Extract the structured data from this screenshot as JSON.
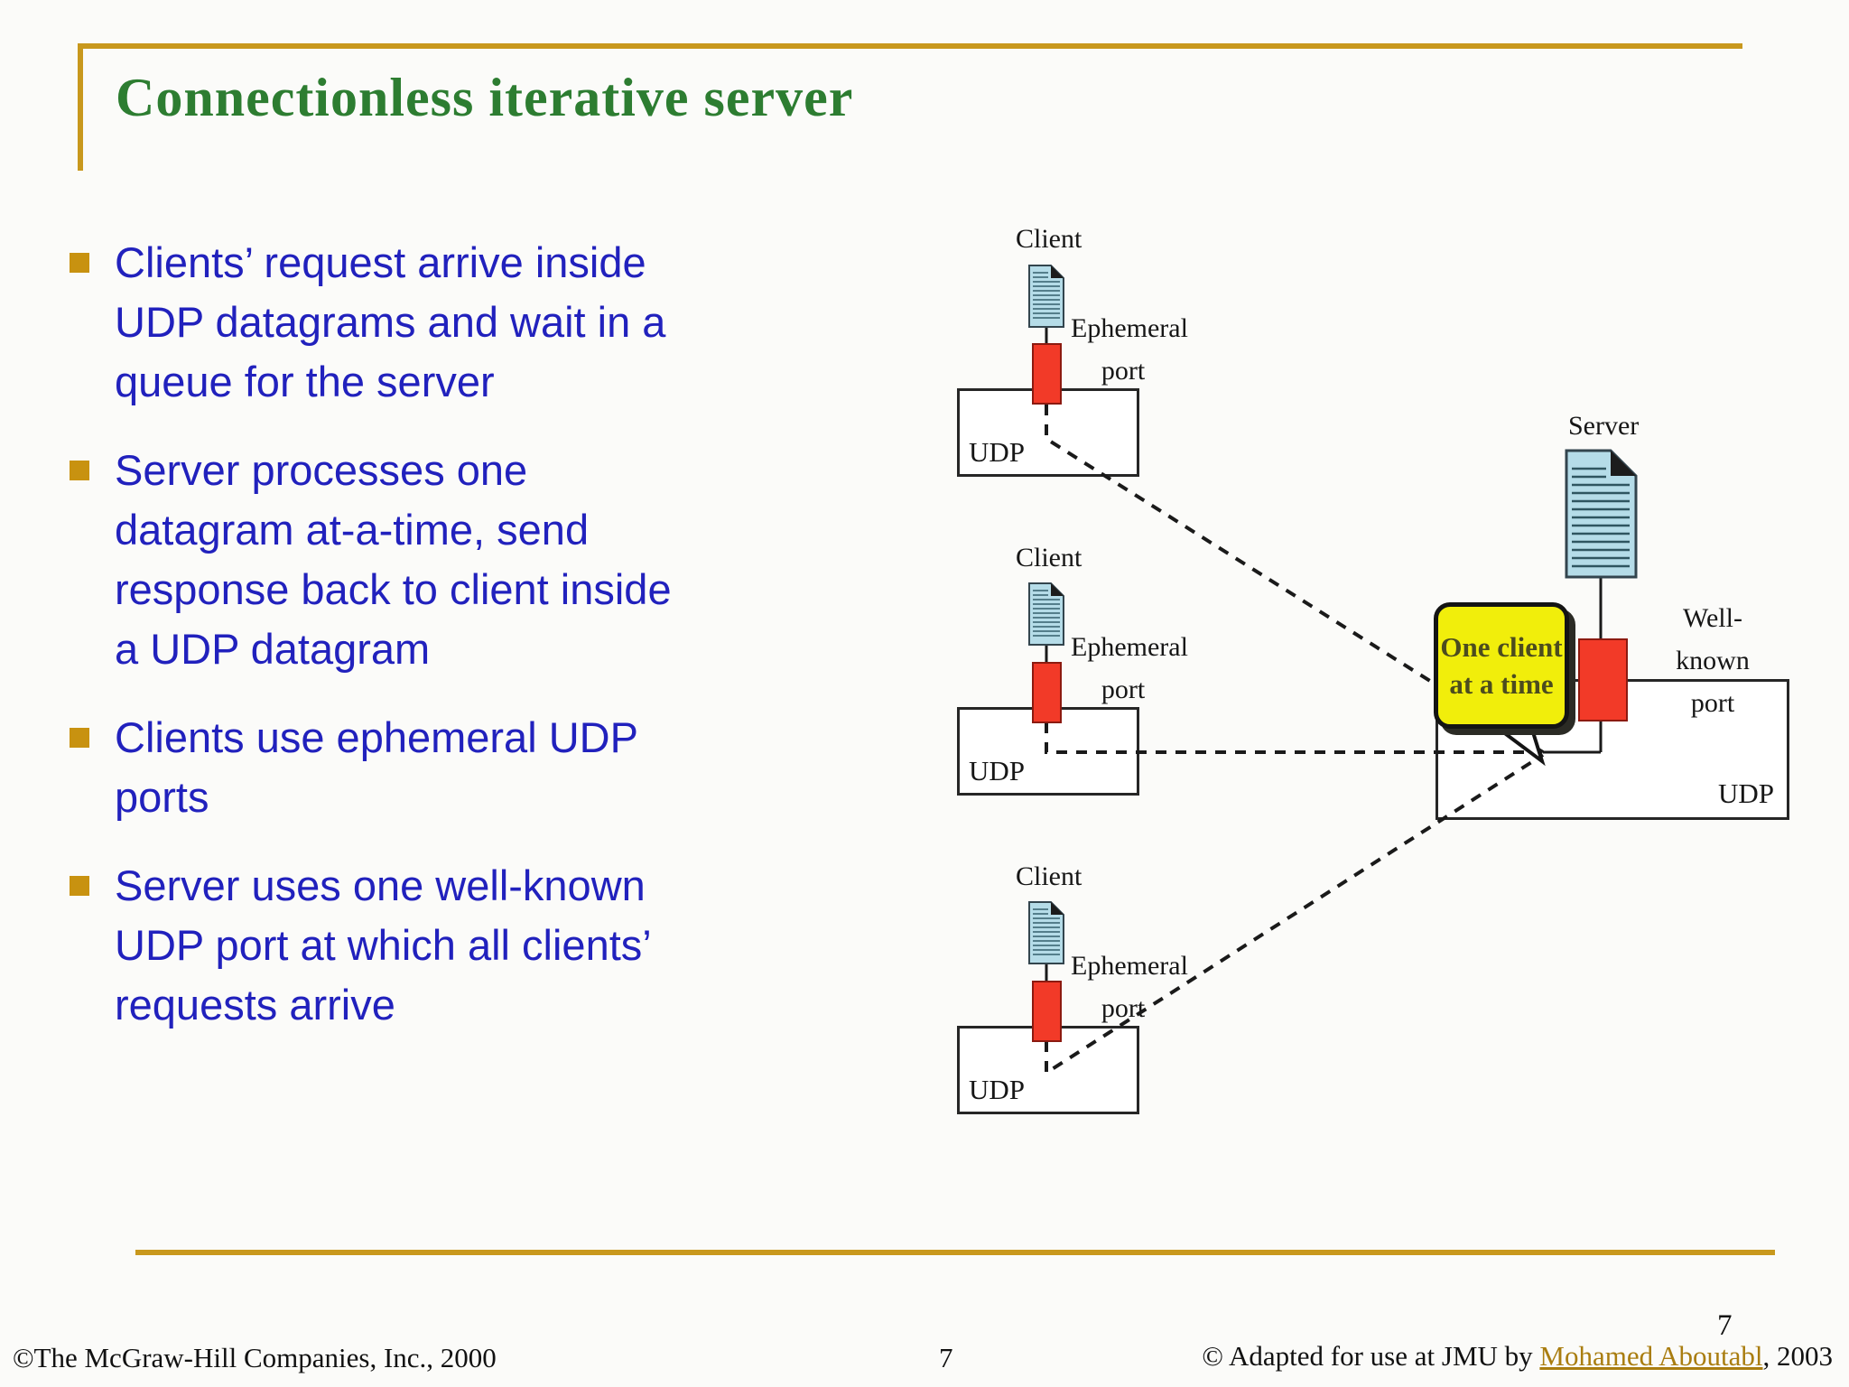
{
  "slide": {
    "title": "Connectionless iterative server",
    "bullets": [
      "Clients’ request arrive inside\nUDP datagrams and wait in a\nqueue for the server",
      "Server processes one\ndatagram at-a-time, send\nresponse back to client inside\na UDP datagram",
      "Clients use ephemeral UDP\nports",
      "Server uses one well-known\nUDP port at which all clients’\nrequests arrive"
    ]
  },
  "diagram": {
    "clients": [
      {
        "label": "Client",
        "port_label": [
          "Ephemeral",
          "port"
        ],
        "box_label": "UDP"
      },
      {
        "label": "Client",
        "port_label": [
          "Ephemeral",
          "port"
        ],
        "box_label": "UDP"
      },
      {
        "label": "Client",
        "port_label": [
          "Ephemeral",
          "port"
        ],
        "box_label": "UDP"
      }
    ],
    "server": {
      "label": "Server",
      "port_label": [
        "Well-known",
        "port"
      ],
      "box_label": "UDP",
      "bubble_text": "One client\nat a time"
    }
  },
  "footer": {
    "copyright_left": "©The McGraw-Hill Companies, Inc., 2000",
    "page_number_center": "7",
    "page_number_right": "7",
    "credit_prefix": "© Adapted for use at JMU by ",
    "credit_link": "Mohamed Aboutabl",
    "credit_suffix": ", 2003"
  },
  "colors": {
    "accent_gold": "#c8981d",
    "title_green": "#2d7d31",
    "bullet_blue": "#2121bd",
    "bullet_square_gold": "#c89210",
    "port_red": "#f23a28",
    "document_blue": "#b5dce8",
    "bubble_yellow": "#f1ee0b",
    "link_gold": "#a97d10"
  }
}
